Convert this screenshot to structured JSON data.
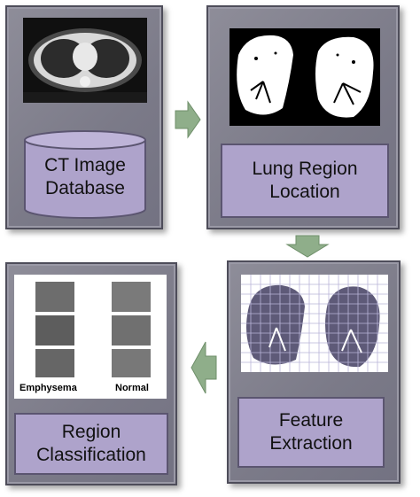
{
  "steps": {
    "ct_database": {
      "line1": "CT Image",
      "line2": "Database"
    },
    "lung_region": {
      "line1": "Lung Region",
      "line2": "Location"
    },
    "feature": {
      "line1": "Feature",
      "line2": "Extraction"
    },
    "classification": {
      "line1": "Region",
      "line2": "Classification"
    }
  },
  "classification_image": {
    "label_left": "Emphysema",
    "label_right": "Normal"
  },
  "colors": {
    "panel": "#8a8996",
    "label_box": "#aea3cb",
    "arrow": "#8fae8a"
  }
}
